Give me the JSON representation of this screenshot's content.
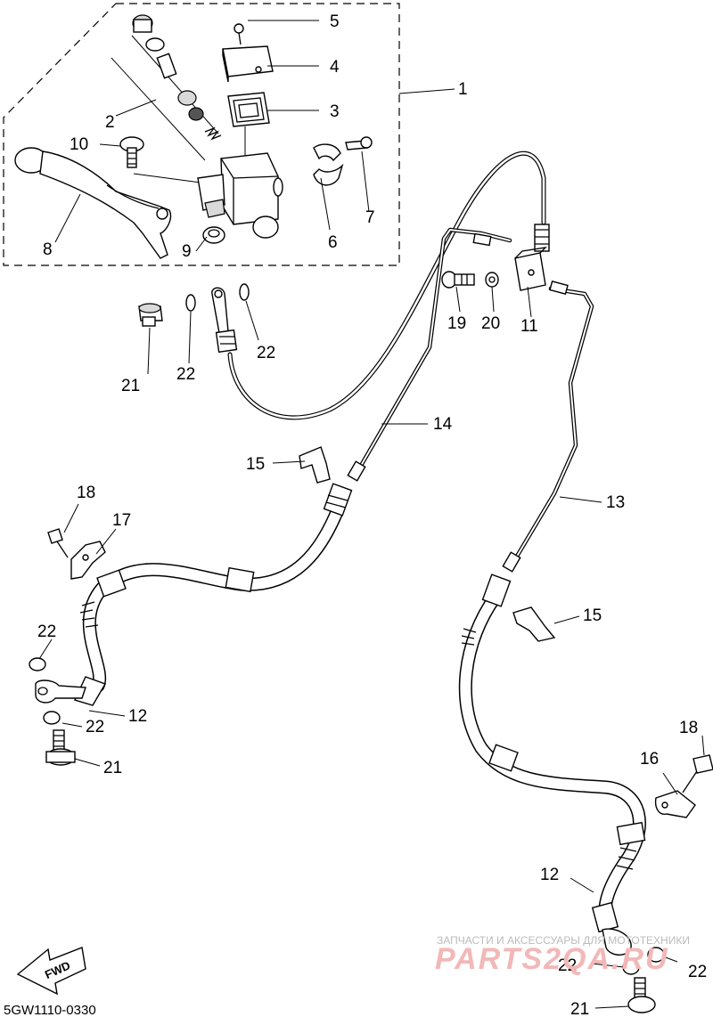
{
  "diagram_code": "5GW1110-0330",
  "fwd_label": "FWD",
  "watermark": {
    "line1": "ЗАПЧАСТИ И АКСЕССУАРЫ ДЛЯ МОТОТЕХНИКИ",
    "line2": "PARTS2QA.RU"
  },
  "part_numbers": {
    "p1": "1",
    "p2": "2",
    "p3": "3",
    "p4": "4",
    "p5": "5",
    "p6": "6",
    "p7": "7",
    "p8": "8",
    "p9": "9",
    "p10": "10",
    "p11": "11",
    "p12a": "12",
    "p12b": "12",
    "p13": "13",
    "p14": "14",
    "p15a": "15",
    "p15b": "15",
    "p16": "16",
    "p17": "17",
    "p18a": "18",
    "p18b": "18",
    "p19": "19",
    "p20": "20",
    "p21a": "21",
    "p21b": "21",
    "p21c": "21",
    "p22a": "22",
    "p22b": "22",
    "p22c": "22",
    "p22d": "22",
    "p22e": "22",
    "p22f": "22"
  }
}
